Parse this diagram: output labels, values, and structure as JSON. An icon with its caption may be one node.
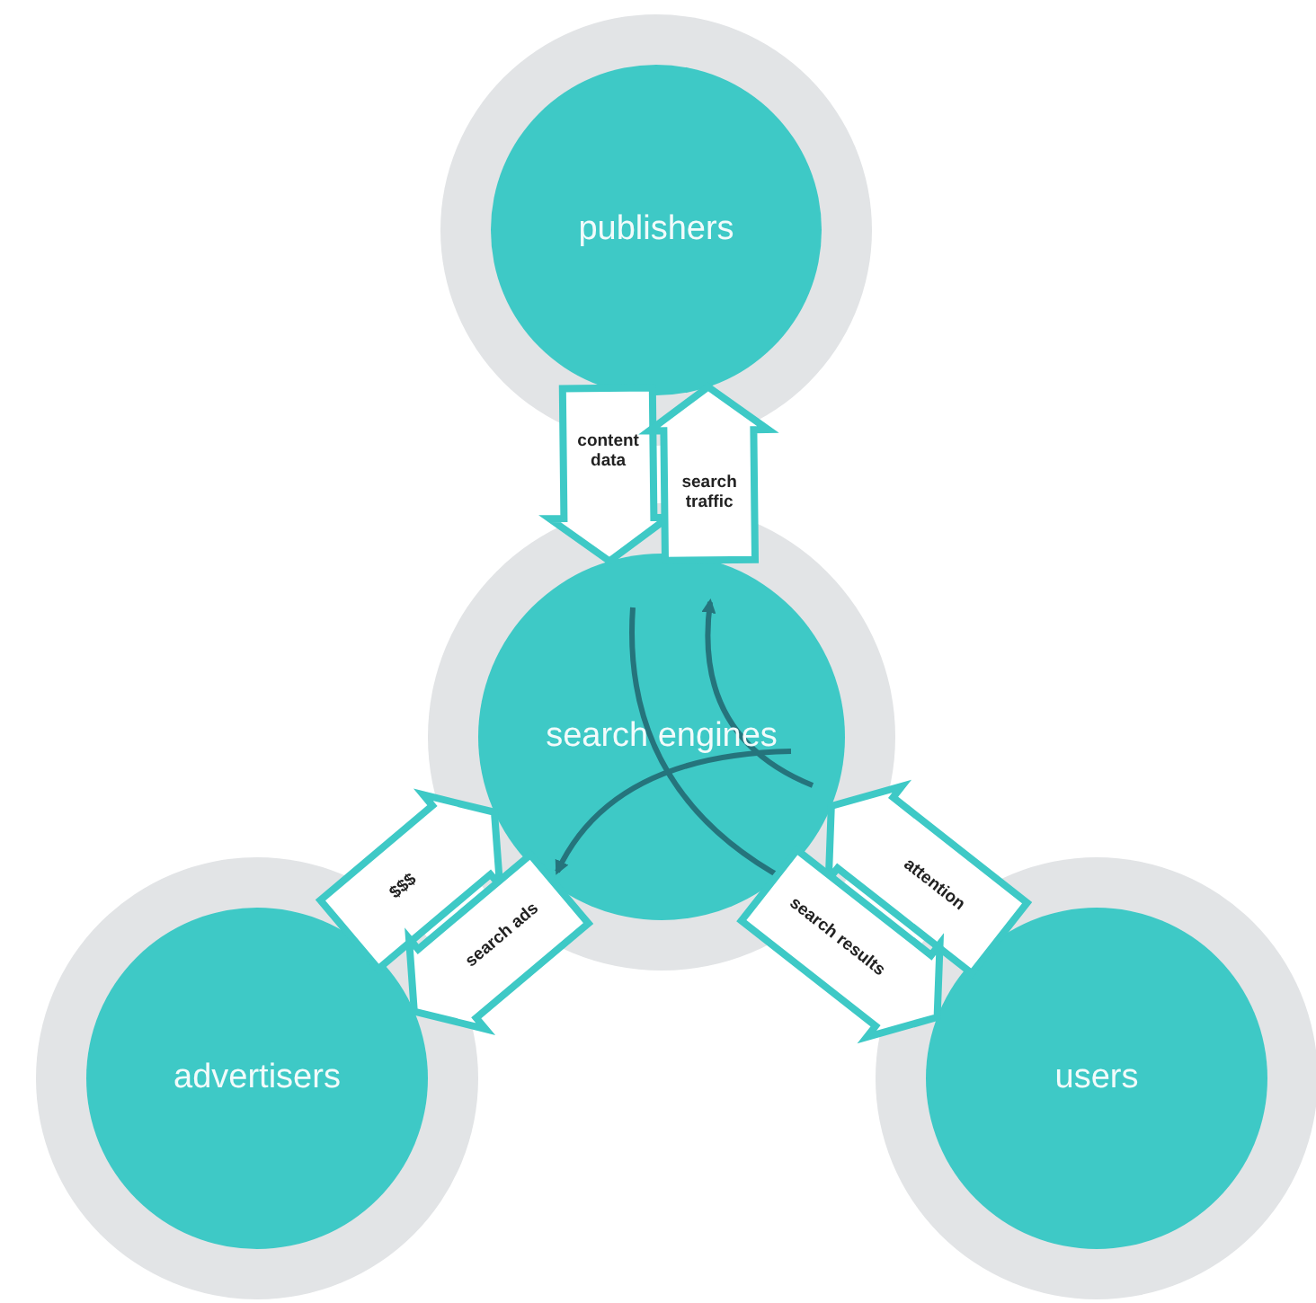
{
  "diagram": {
    "nodes": [
      {
        "text": [
          "publishers"
        ]
      },
      {
        "text": [
          "search engines"
        ]
      },
      {
        "text": [
          "advertisers"
        ]
      },
      {
        "text": [
          "users"
        ]
      }
    ],
    "edges": [
      {
        "from": 0,
        "to": 1,
        "arrow": "to",
        "label": "content data"
      },
      {
        "from": 1,
        "to": 0,
        "arrow": "to",
        "label": "search traffic"
      },
      {
        "from": 2,
        "to": 1,
        "arrow": "to",
        "label": "$$$"
      },
      {
        "from": 1,
        "to": 2,
        "arrow": "to",
        "label": "search ads"
      },
      {
        "from": 3,
        "to": 1,
        "arrow": "to",
        "label": "attention"
      },
      {
        "from": 1,
        "to": 3,
        "arrow": "to",
        "label": "search results"
      }
    ]
  }
}
